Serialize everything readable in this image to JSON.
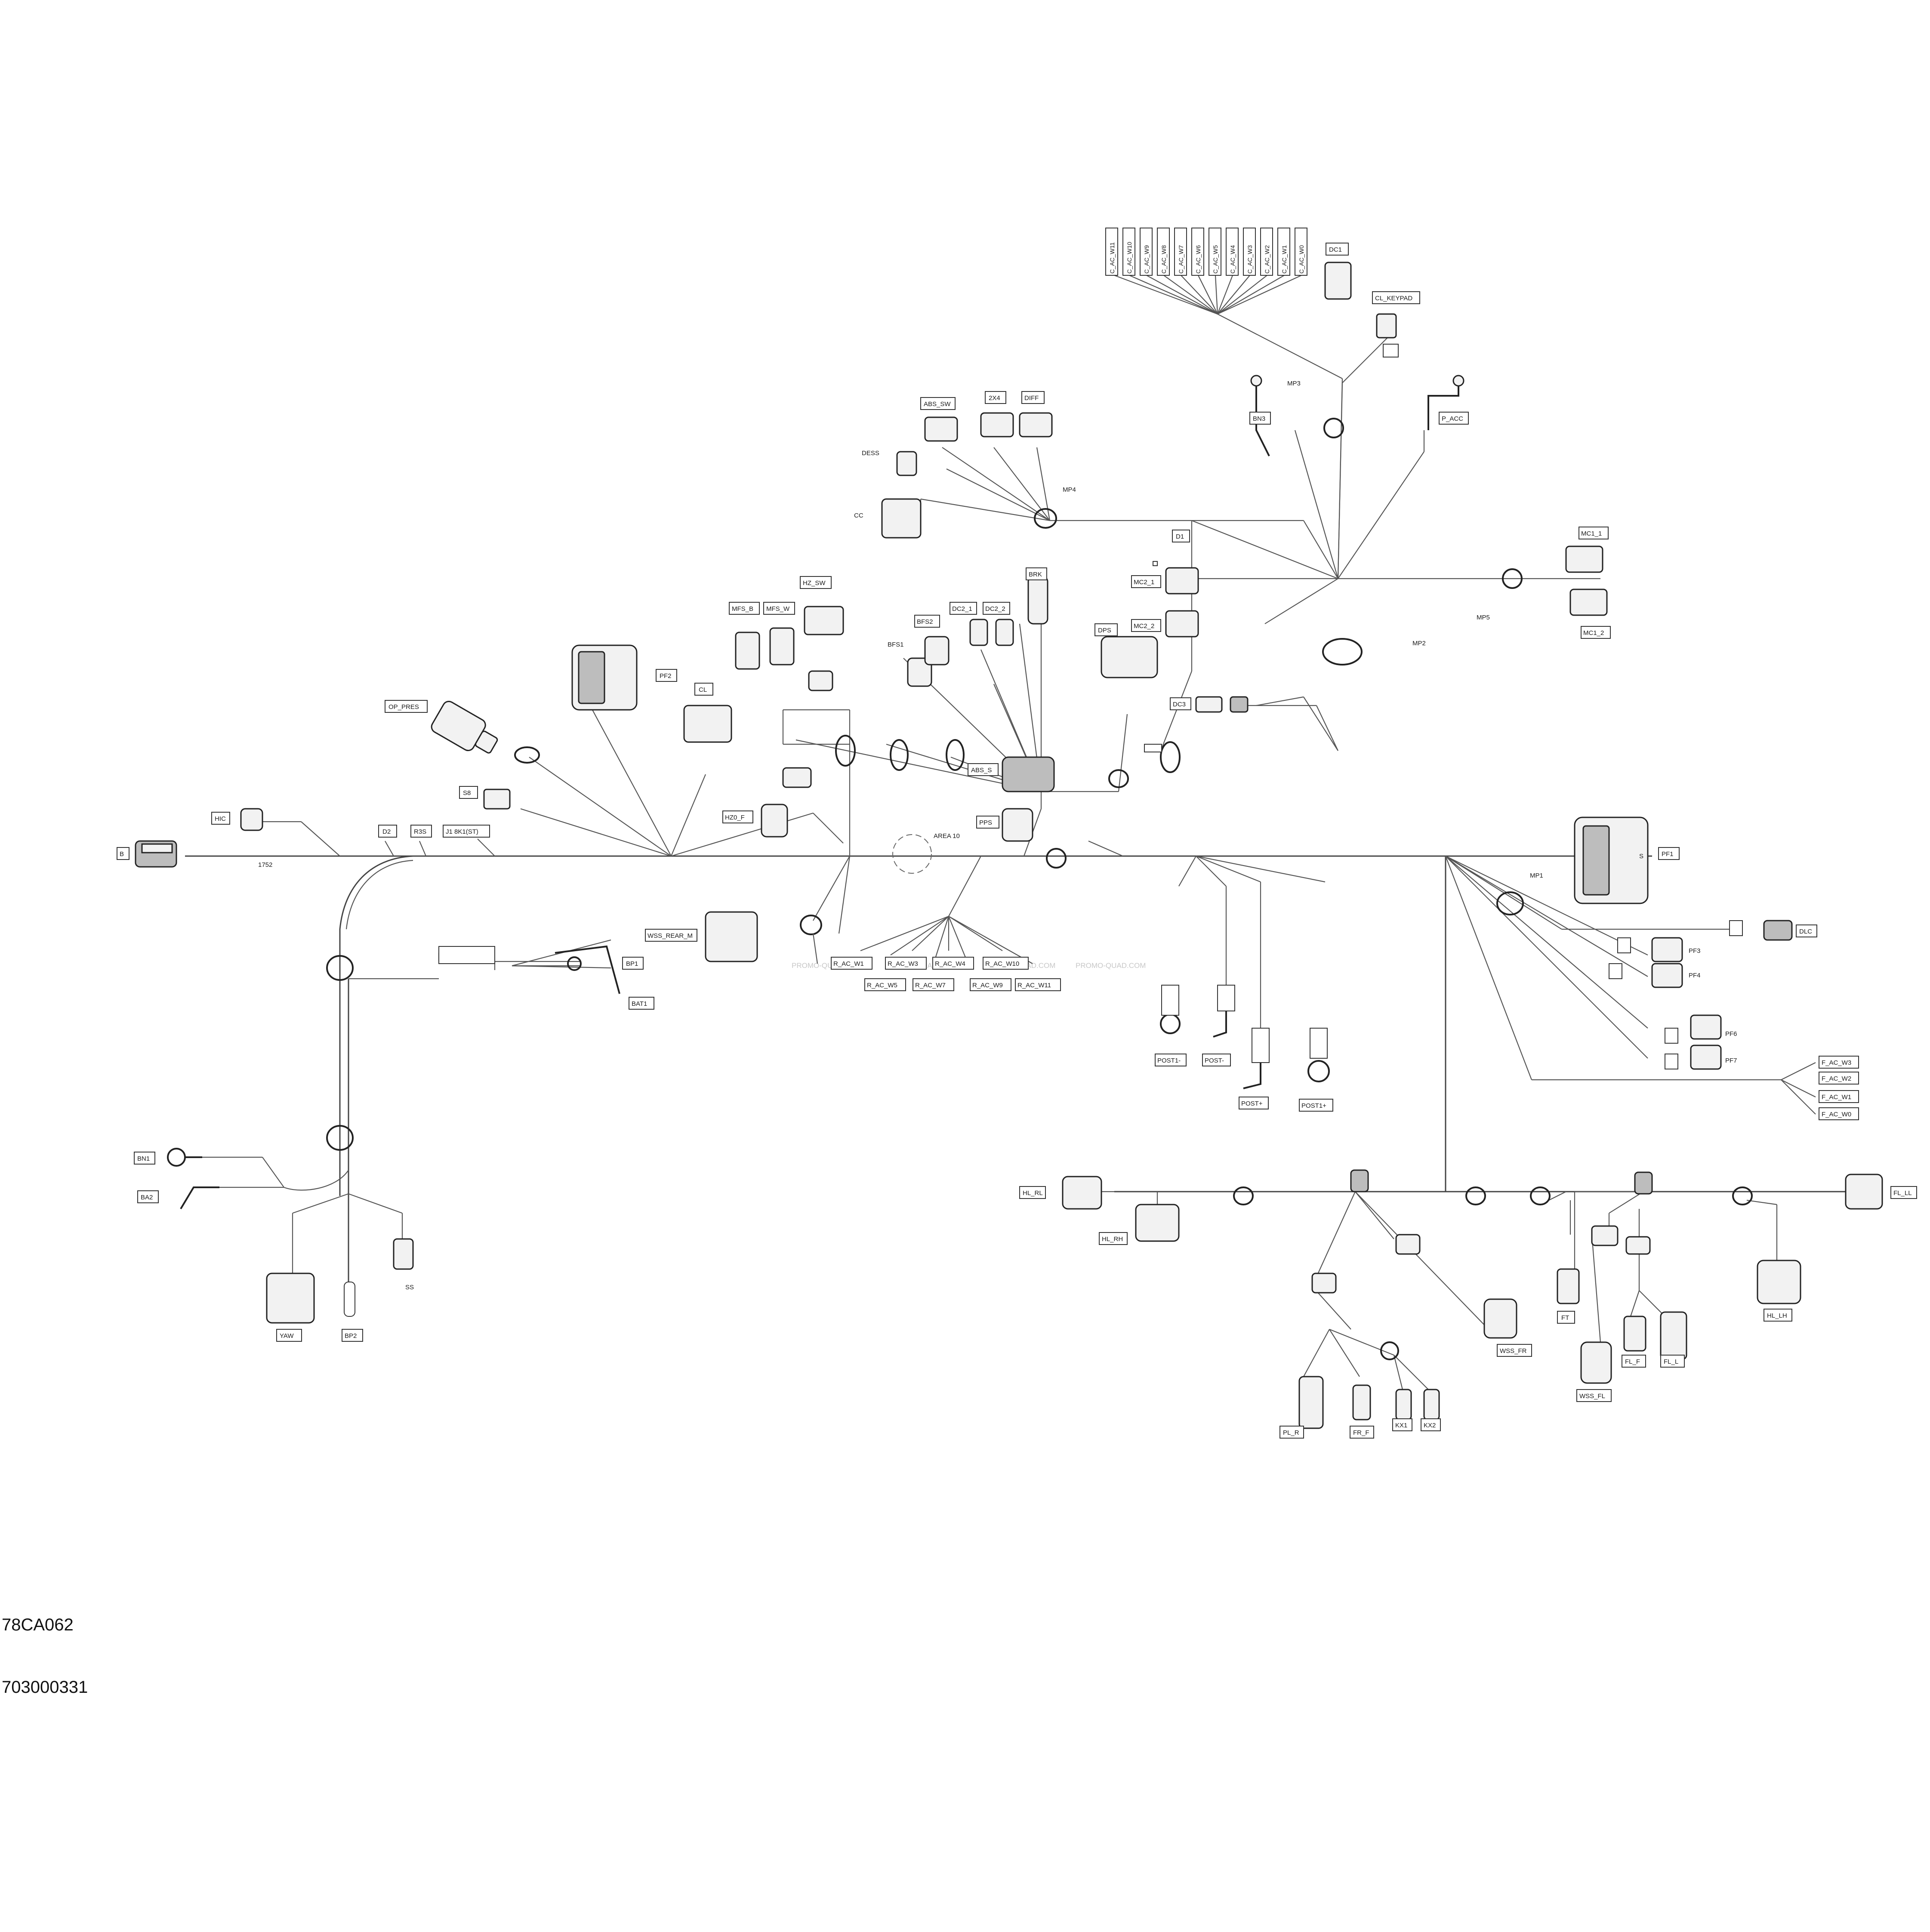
{
  "footer": {
    "drawing_code": "78CA062",
    "part_number": "703000331"
  },
  "watermark": "PROMO-QUAD.COM",
  "labels": {
    "b": "B",
    "l1752": "1752",
    "hic": "HIC",
    "d2": "D2",
    "r3s": "R3S",
    "j1": "J1 8K1(ST)",
    "s8": "S8",
    "op_pres": "OP_PRES",
    "pf2": "PF2",
    "cl": "CL",
    "mfs_b": "MFS_B",
    "mfs_w": "MFS_W",
    "hz_sw": "HZ_SW",
    "abs_sw": "ABS_SW",
    "l2x4": "2X4",
    "diff": "DIFF",
    "dess": "DESS",
    "cc": "CC",
    "mp4": "MP4",
    "bfs1": "BFS1",
    "bfs2": "BFS2",
    "dc2_1": "DC2_1",
    "dc2_2": "DC2_2",
    "brk": "BRK",
    "abs_s": "ABS_S",
    "hz0_f": "HZ0_F",
    "pps": "PPS",
    "area10": "AREA 10",
    "wss_rear_m": "WSS_REAR_M",
    "bp1": "BP1",
    "bat1": "BAT1",
    "bn1": "BN1",
    "ba2": "BA2",
    "ss": "SS",
    "yaw": "YAW",
    "bp2": "BP2",
    "r_ac_w1": "R_AC_W1",
    "r_ac_w3": "R_AC_W3",
    "r_ac_w4": "R_AC_W4",
    "r_ac_w10": "R_AC_W10",
    "r_ac_w5": "R_AC_W5",
    "r_ac_w7": "R_AC_W7",
    "r_ac_w9": "R_AC_W9",
    "r_ac_w11": "R_AC_W11",
    "dc1": "DC1",
    "cl_keypad": "CL_KEYPAD",
    "mp3": "MP3",
    "bn3": "BN3",
    "p_acc": "P_ACC",
    "d1": "D1",
    "mc2_1": "MC2_1",
    "mc2_2": "MC2_2",
    "dps": "DPS",
    "mc1_1": "MC1_1",
    "mc1_2": "MC1_2",
    "mp5": "MP5",
    "mp2": "MP2",
    "dc3": "DC3",
    "pf1": "PF1",
    "pf1_s": "S",
    "mp1": "MP1",
    "dlc": "DLC",
    "pf3": "PF3",
    "pf4": "PF4",
    "pf6": "PF6",
    "pf7": "PF7",
    "f_ac_w3": "F_AC_W3",
    "f_ac_w2": "F_AC_W2",
    "f_ac_w1": "F_AC_W1",
    "f_ac_w0": "F_AC_W0",
    "post1_minus": "POST1-",
    "post_minus": "POST-",
    "post_plus": "POST+",
    "post1_plus": "POST1+",
    "hl_rl": "HL_RL",
    "hl_rh": "HL_RH",
    "fl_ll": "FL_LL",
    "hl_lh": "HL_LH",
    "wss_fr": "WSS_FR",
    "wss_fl": "WSS_FL",
    "ft": "FT",
    "fl_f": "FL_F",
    "fl_l": "FL_L",
    "pl_r": "PL_R",
    "fr_f": "FR_F",
    "kx1": "KX1",
    "kx2": "KX2",
    "c_ac_w11": "C_AC_W11",
    "c_ac_w10": "C_AC_W10",
    "c_ac_w9": "C_AC_W9",
    "c_ac_w8": "C_AC_W8",
    "c_ac_w7": "C_AC_W7",
    "c_ac_w6": "C_AC_W6",
    "c_ac_w5": "C_AC_W5",
    "c_ac_w4": "C_AC_W4",
    "c_ac_w3": "C_AC_W3",
    "c_ac_w2": "C_AC_W2",
    "c_ac_w1": "C_AC_W1",
    "c_ac_w0": "C_AC_W0"
  }
}
